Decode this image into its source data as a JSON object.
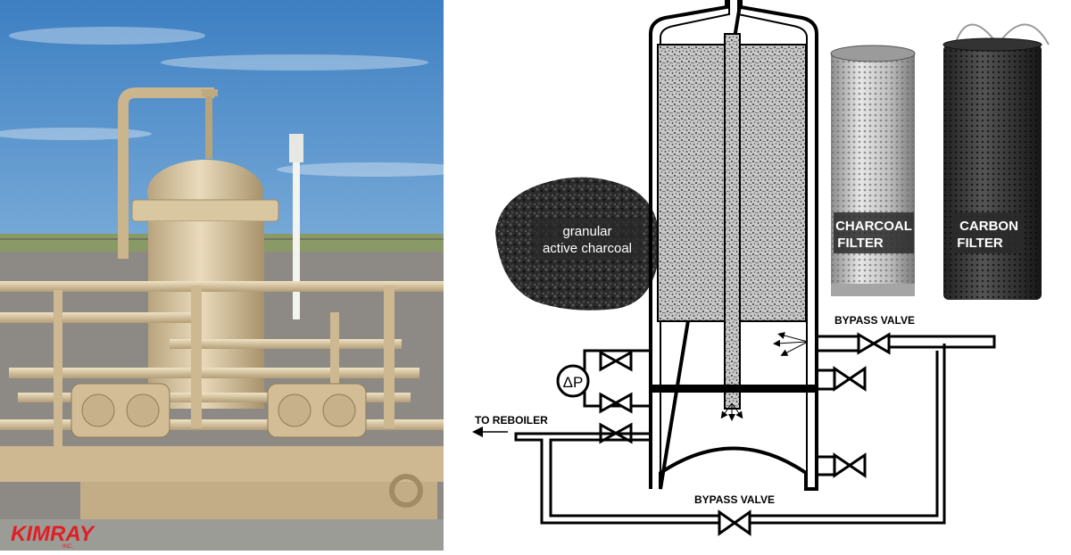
{
  "brand": {
    "logo_text": "KIMRAY",
    "logo_sub": "INC.",
    "color": "#e01e26"
  },
  "photo": {
    "subject": "glycol-dehydration-skid",
    "sky_color": "#4f8fcb",
    "equipment_color": "#d8c39e"
  },
  "labels": {
    "granular": "granular",
    "active_charcoal": "active charcoal",
    "charcoal_filter_1": "CHARCOAL",
    "charcoal_filter_2": "FILTER",
    "carbon_filter_1": "CARBON",
    "carbon_filter_2": "FILTER",
    "bypass_valve_top": "BYPASS VALVE",
    "bypass_valve_bottom": "BYPASS VALVE",
    "to_reboiler": "TO REBOILER",
    "pressure_gauge": "ΔP"
  },
  "colors": {
    "line": "#000000",
    "media": "#a9a9a9",
    "charcoal": "#1e1e1e",
    "label_box": "#2a2a2a"
  }
}
